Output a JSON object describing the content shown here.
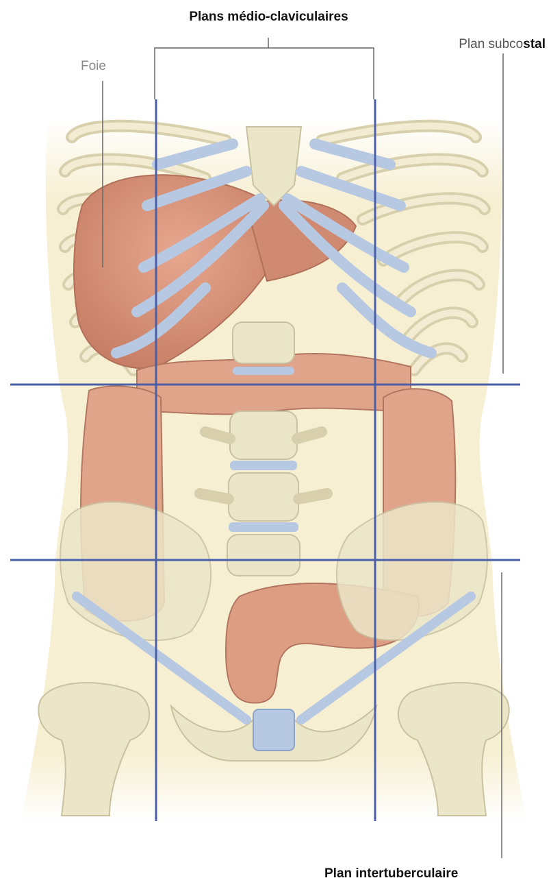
{
  "labels": {
    "midclavicular_planes": "Plans médio-claviculaires",
    "subcostal_plane_prefix": "Plan subco",
    "subcostal_plane_suffix": "stal",
    "liver": "Foie",
    "intertubercular_plane": "Plan intertuberculaire"
  },
  "colors": {
    "skin": "#f7efd2",
    "bone": "#e9e3c5",
    "cartilage": "#b7c9e2",
    "organ": "#d58f76",
    "plane_line": "#4a5fa8",
    "leader_line": "#666666"
  }
}
